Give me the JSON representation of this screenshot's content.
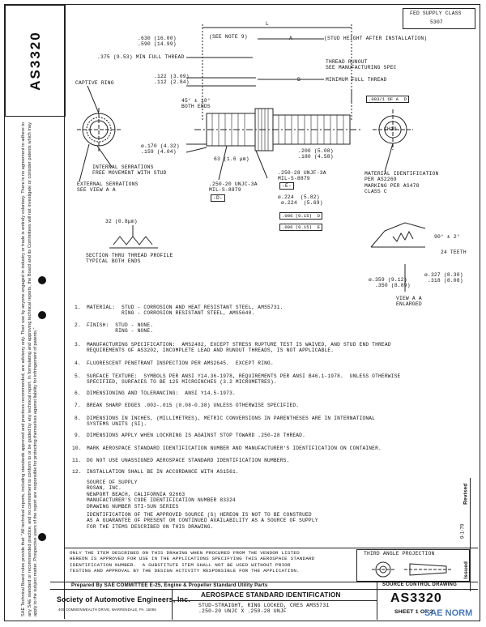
{
  "doc_number": "AS3320",
  "side_notice": "SAE Technical Board rules provide that: \"All technical reports, including standards approved and practices recommended, are advisory only. Their use by anyone engaged in industry or trade is entirely voluntary. There is no agreement to adhere to any SAE standard or recommended practice, and no commitment to conform to or be guided by any technical report. In formulating and approving technical reports, the Board and its Committees will not investigate or consider patents which may apply to the subject matter. Prospective users of the report are responsible for protecting themselves against liability for infringement of patents.\"",
  "fsc": {
    "label": "FED SUPPLY CLASS",
    "value": "5307"
  },
  "drawing": {
    "L": "L",
    "see_note_9": "(SEE NOTE 9)",
    "A": "A",
    "B": "B",
    "stud_height": "(STUD HEIGHT AFTER INSTALLATION)",
    "dim_630": ".630 (16.00)\n.590 (14.99)",
    "full_thread_375": ".375 (9.53) MIN FULL THREAD",
    "thread_runout": "THREAD RUNOUT\nSEE MANUFACTURING SPEC",
    "dim_122": ".122 (3.09)\n.112 (2.84)",
    "min_full_thread": "MINIMUM FULL THREAD",
    "captive_ring": "CAPTIVE RING",
    "chamfer": "45° ± 10°\nBOTH ENDS",
    "fcf_top": ".003/1 OF A  D",
    "dia_170": "ø.170 (4.32)\n.159 (4.04)",
    "angle_63": "63 (1.6 μm)",
    "dim_200": ".200 (5.08)\n.180 (4.58)",
    "internal_serrations": "INTERNAL SERRATIONS\nFREE MOVEMENT WITH STUD",
    "external_serrations": "EXTERNAL SERRATIONS\nSEE VIEW A A",
    "thread_250_20": ".250-20 UNJC-3A\nMIL-S-8879",
    "datum_D": "-D-",
    "thread_250_28": ".250-28 UNJF-3A\nMIL-S-8879",
    "datum_E": "-E-",
    "dia_224": "ø.224  (5.82)\n ø.224  (5.69)",
    "fcf_mid1": ".006 (0.15)  D",
    "fcf_mid2": ".006 (0.15)  E",
    "mat_ident": "MATERIAL IDENTIFICATION\nPER AS2269\nMARKING PER AS478\nCLASS C",
    "ch_label": "CH19",
    "roughness_32": "32 (0.8μm)",
    "section_thru": "SECTION THRU THREAD PROFILE\nTYPICAL BOTH ENDS",
    "angle_90": "90° ± 2°",
    "teeth_24": "24 TEETH",
    "dim_327": "ø.327 (8.30)\n .318 (8.08)",
    "dim_359": "ø.359 (9.12)\n  .350 (8.89)",
    "view_aa": "VIEW A A\nENLARGED"
  },
  "notes": [
    {
      "n": "1.",
      "text": "MATERIAL:  STUD - CORROSION AND HEAT RESISTANT STEEL, AMS5731.\n           RING - CORROSION RESISTANT STEEL, AMS5640."
    },
    {
      "n": "2.",
      "text": "FINISH:  STUD - NONE.\n         RING - NONE."
    },
    {
      "n": "3.",
      "text": "MANUFACTURING SPECIFICATION:  AMS2482, EXCEPT STRESS RUPTURE TEST IS WAIVED, AND STUD END THREAD\nREQUIREMENTS OF AS3202, INCOMPLETE LEAD AND RUNOUT THREADS, IS NOT APPLICABLE."
    },
    {
      "n": "4.",
      "text": "FLUORESCENT PENETRANT INSPECTION PER AMS2645.  EXCEPT RING."
    },
    {
      "n": "5.",
      "text": "SURFACE TEXTURE:  SYMBOLS PER ANSI Y14.36-1978, REQUIREMENTS PER ANSI B46.1-1978.  UNLESS OTHERWISE\nSPECIFIED, SURFACES TO BE 125 MICROINCHES (3.2 MICROMETRES)."
    },
    {
      "n": "6.",
      "text": "DIMENSIONING AND TOLERANCING:  ANSI Y14.5-1973."
    },
    {
      "n": "7.",
      "text": "BREAK SHARP EDGES .003-.015 (0.08-0.38) UNLESS OTHERWISE SPECIFIED."
    },
    {
      "n": "8.",
      "text": "DIMENSIONS IN INCHES, (MILLIMETRES), METRIC CONVERSIONS IN PARENTHESES ARE IN INTERNATIONAL\nSYSTEMS UNITS (SI)."
    },
    {
      "n": "9.",
      "text": "DIMENSIONS APPLY WHEN LOCKRING IS AGAINST STOP TOWARD .250-28 THREAD."
    },
    {
      "n": "10.",
      "text": "MARK AEROSPACE STANDARD IDENTIFICATION NUMBER AND MANUFACTURER'S IDENTIFICATION ON CONTAINER."
    },
    {
      "n": "11.",
      "text": "DO NOT USE UNASSIGNED AEROSPACE STANDARD IDENTIFICATION NUMBERS."
    },
    {
      "n": "12.",
      "text": "INSTALLATION SHALL BE IN ACCORDANCE WITH AS1561."
    }
  ],
  "source": "SOURCE OF SUPPLY\nROSAN, INC.\nNEWPORT BEACH, CALIFORNIA 92663\nMANUFACTURER'S CODE IDENTIFICATION NUMBER 83324\nDRAWING NUMBER STI-SUN SERIES",
  "identification": "IDENTIFICATION OF THE APPROVED SOURCE (S) HEREON IS NOT TO BE CONSTRUED\nAS A GUARANTEE OF PRESENT OR CONTINUED AVAILABILITY AS A SOURCE OF SUPPLY\nFOR THE ITEMS DESCRIBED ON THIS DRAWING.",
  "footer_note": "ONLY THE ITEM DESCRIBED ON THIS DRAWING WHEN PROCURED FROM THE VENDOR LISTED\nHEREON IS APPROVED FOR USE IN THE APPLICATIONS SPECIFYING THIS AEROSPACE STANDARD\nIDENTIFICATION NUMBER.  A SUBSTITUTE ITEM SHALL NOT BE USED WITHOUT PRIOR\nTESTING AND APPROVAL BY THE DESIGN ACTIVITY RESPONSIBLE FOR THE APPLICATION.",
  "third_angle": "THIRD ANGLE PROJECTION",
  "source_control": "SOURCE CONTROL DRAWING",
  "prepared_by": "Prepared By SAE COMMITTEE E-25, Engine & Propeller Standard Utility Parts",
  "society": "Society of Automotive Engineers, Inc.",
  "society_addr": "400 COMMONWEALTH DRIVE, WARRENDALE, PA  15096",
  "title_main": "AEROSPACE STANDARD IDENTIFICATION",
  "title_desc": "STUD-STRAIGHT, RING LOCKED, CRES AMS5731\n.250-20 UNJC X .250-28 UNJF",
  "sheet": "SHEET 1 OF 2",
  "revised_label": "Revised",
  "issued_label": "Issued",
  "issued_date": "9-1-79",
  "watermark": "SAE NORM"
}
